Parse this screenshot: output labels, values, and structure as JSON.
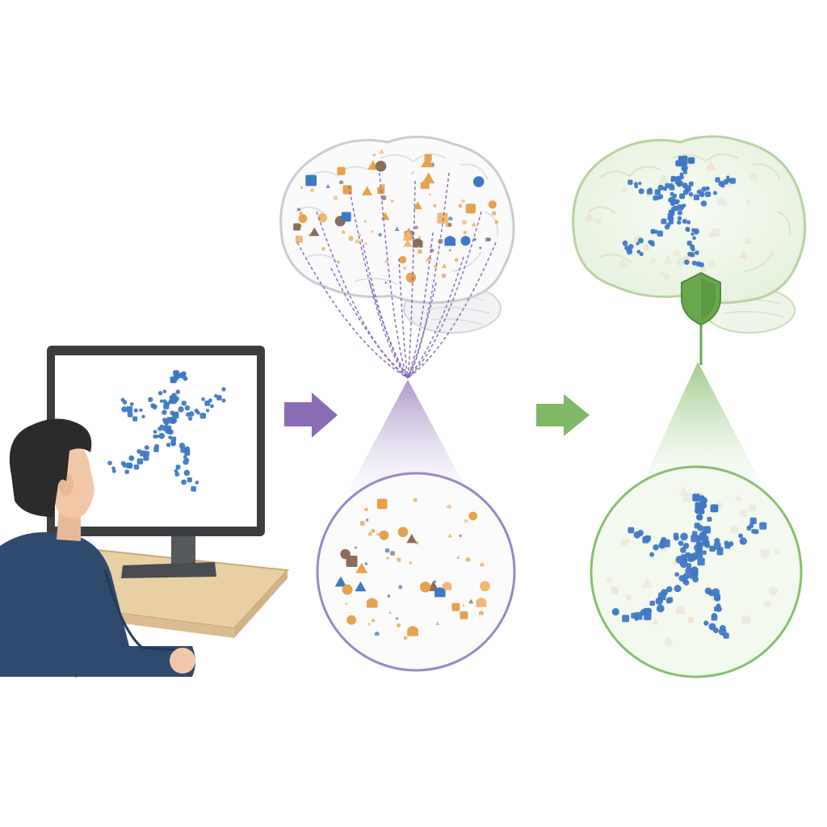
{
  "scene": {
    "background": "#ffffff",
    "panels": [
      {
        "id": "viewer",
        "icons": [
          "person-icon",
          "monitor-icon",
          "desk-icon",
          "chair-icon",
          "running-figure-icon"
        ]
      },
      {
        "id": "scattered-brain",
        "icons": [
          "brain-icon",
          "neural-fiber-icon",
          "magnifier-circle-icon"
        ]
      },
      {
        "id": "integrated-brain",
        "icons": [
          "brain-icon",
          "shield-icon",
          "running-figure-icon",
          "magnifier-circle-icon"
        ]
      }
    ],
    "arrows": [
      {
        "id": "arrow-to-scattered",
        "icon": "arrow-right-icon",
        "color": "#8a6cb5"
      },
      {
        "id": "arrow-to-integrated",
        "icon": "arrow-right-icon",
        "color": "#7fb866"
      }
    ]
  },
  "colors": {
    "figure_blue": "#3f78c4",
    "feature_orange": "#e6a24e",
    "feature_brown": "#8a6d5a",
    "fiber_purple": "#7a62b2",
    "purple_ring": "#9b86c8",
    "green_ring": "#88bf6e",
    "shield_green": "#6aa84f",
    "brain_gray_stroke": "#c9ccd0",
    "brain_green_fill": "#eef5e8",
    "shirt_navy": "#2f4a6e",
    "hair": "#2b2b2b",
    "skin": "#f2c7a8",
    "desk": "#e9cfa4",
    "monitor_frame": "#3b3d40"
  }
}
